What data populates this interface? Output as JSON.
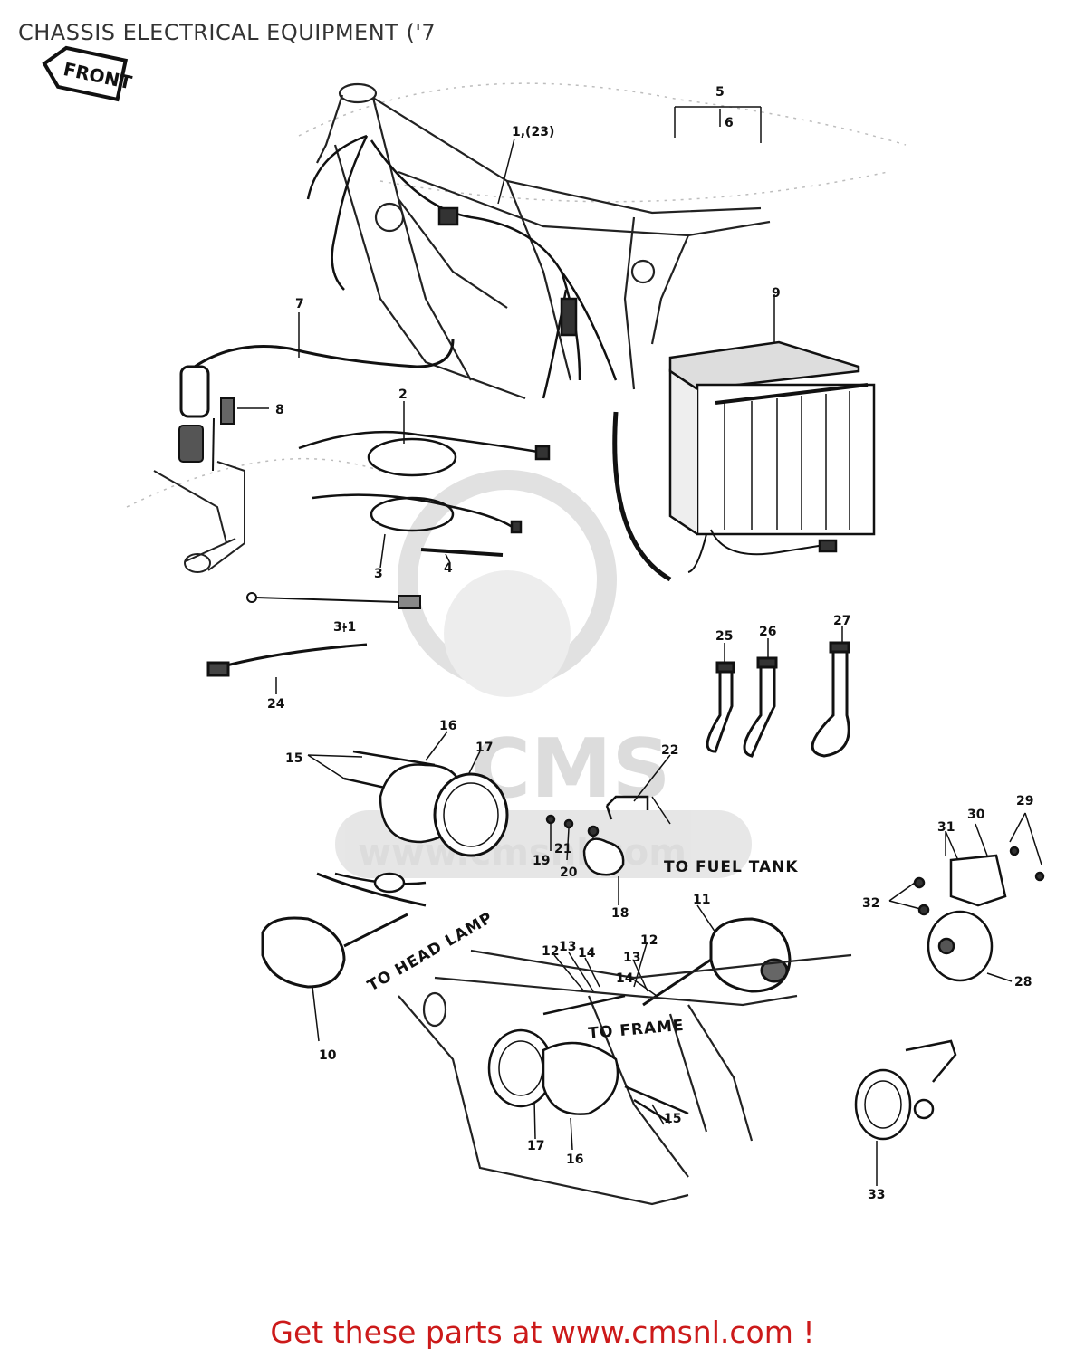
{
  "header": {
    "title": "CHASSIS ELECTRICAL EQUIPMENT ('7"
  },
  "footer": {
    "text": "Get these parts at www.cmsnl.com !"
  },
  "front_arrow": "FRONT",
  "watermark": {
    "logo": "CMS",
    "url": "www.cmsnl.com"
  },
  "notes": {
    "fuel_tank": "TO FUEL TANK",
    "head_lamp": "TO HEAD LAMP",
    "frame": "TO FRAME"
  },
  "callouts": {
    "c1": "1,(23)",
    "c2": "2",
    "c3": "3",
    "c3_1": "3-1",
    "c4": "4",
    "c5": "5",
    "c6": "6",
    "c7": "7",
    "c8": "8",
    "c9": "9",
    "c10": "10",
    "c11": "11",
    "c12a": "12",
    "c12b": "12",
    "c13a": "13",
    "c13b": "13",
    "c14a": "14",
    "c14b": "14",
    "c15a": "15",
    "c15b": "15",
    "c16a": "16",
    "c16b": "16",
    "c17a": "17",
    "c17b": "17",
    "c18": "18",
    "c19": "19",
    "c20": "20",
    "c21": "21",
    "c22": "22",
    "c24": "24",
    "c25": "25",
    "c26": "26",
    "c27": "27",
    "c28": "28",
    "c29": "29",
    "c30": "30",
    "c31": "31",
    "c32": "32",
    "c33": "33"
  }
}
